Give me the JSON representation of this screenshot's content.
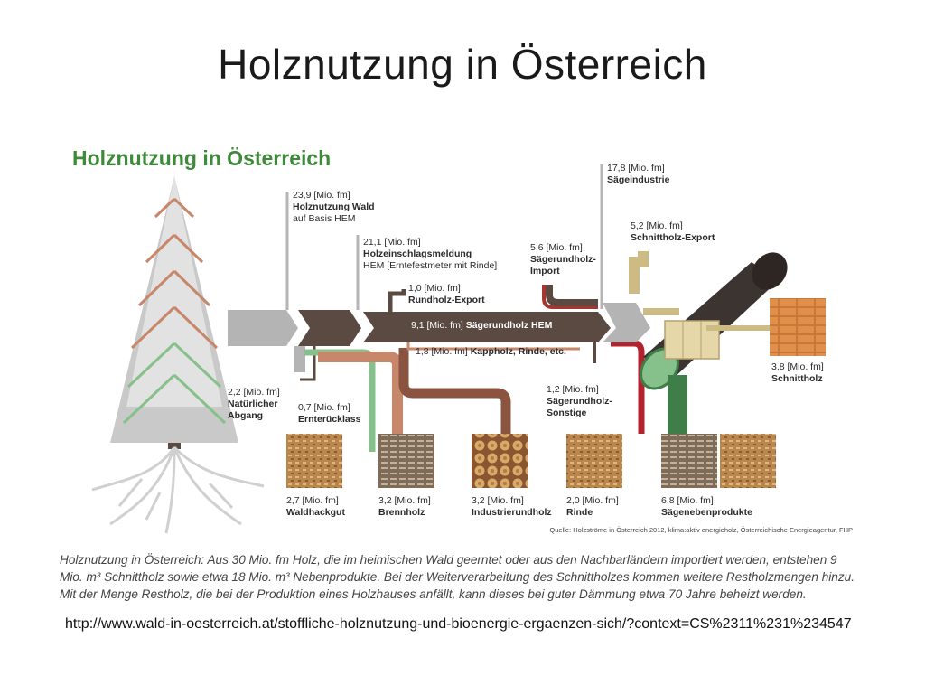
{
  "slide": {
    "title": "Holznutzung in Österreich"
  },
  "figure": {
    "title": "Holznutzung in Österreich",
    "source": "Quelle: Holzströme in Österreich 2012, klima:aktiv energieholz, Österreichische Energieagentur, FHP",
    "labels": {
      "holznutzung_wald": {
        "value": "23,9 [Mio. fm]",
        "name": "Holznutzung Wald",
        "sub": "auf Basis HEM"
      },
      "holzeinschlag": {
        "value": "21,1 [Mio. fm]",
        "name": "Holzeinschlagsmeldung",
        "sub": "HEM [Erntefestmeter mit Rinde]"
      },
      "rundholz_export": {
        "value": "1,0 [Mio. fm]",
        "name": "Rundholz-Export"
      },
      "saegerundholz_hem": {
        "value": "9,1 [Mio. fm]",
        "name": "Sägerundholz HEM"
      },
      "kappholz": {
        "value": "1,8 [Mio. fm]",
        "name": "Kappholz, Rinde, etc."
      },
      "saegerundholz_import": {
        "value": "5,6 [Mio. fm]",
        "name1": "Sägerundholz-",
        "name2": "Import"
      },
      "saegeindustrie": {
        "value": "17,8 [Mio. fm]",
        "name": "Sägeindustrie"
      },
      "schnittholz_export": {
        "value": "5,2 [Mio. fm]",
        "name": "Schnittholz-Export"
      },
      "natuerlicher_abgang": {
        "value": "2,2 [Mio. fm]",
        "name1": "Natürlicher",
        "name2": "Abgang"
      },
      "ernteruecklass": {
        "value": "0,7 [Mio. fm]",
        "name": "Ernterücklass"
      },
      "saegerundholz_sonstige": {
        "value": "1,2 [Mio. fm]",
        "name1": "Sägerundholz-",
        "name2": "Sonstige"
      },
      "schnittholz": {
        "value": "3,8 [Mio. fm]",
        "name": "Schnittholz"
      },
      "waldhackgut": {
        "value": "2,7 [Mio. fm]",
        "name": "Waldhackgut"
      },
      "brennholz": {
        "value": "3,2 [Mio. fm]",
        "name": "Brennholz"
      },
      "industrierundholz": {
        "value": "3,2 [Mio. fm]",
        "name": "Industrierundholz"
      },
      "rinde": {
        "value": "2,0 [Mio. fm]",
        "name": "Rinde"
      },
      "saegenebenprodukte": {
        "value": "6,8 [Mio. fm]",
        "name": "Sägenebenprodukte"
      }
    },
    "colors": {
      "main_flow": "#5b4a42",
      "grey_flow": "#b4b4b4",
      "waldhackgut": "#86c08a",
      "brennholz": "#c6876a",
      "industrierundholz": "#8a5440",
      "rinde": "#b3232e",
      "import": "#a7362e",
      "schnittholz_export": "#cdbb85",
      "saegenebenprodukte": "#3f7d49",
      "title_green": "#3f8a3a"
    }
  },
  "caption": "Holznutzung in Österreich: Aus 30 Mio. fm Holz, die im heimischen Wald geerntet oder aus den Nachbarländern importiert werden, entstehen 9 Mio. m³ Schnittholz sowie etwa 18 Mio. m³ Nebenprodukte. Bei der Weiterverarbeitung des Schnittholzes kommen weitere Restholzmengen hinzu. Mit der Menge Restholz, die bei der Produktion eines Holzhauses anfällt, kann dieses bei guter Dämmung etwa 70 Jahre beheizt werden.",
  "url": "http://www.wald-in-oesterreich.at/stoffliche-holznutzung-und-bioenergie-ergaenzen-sich/?context=CS%2311%231%234547"
}
